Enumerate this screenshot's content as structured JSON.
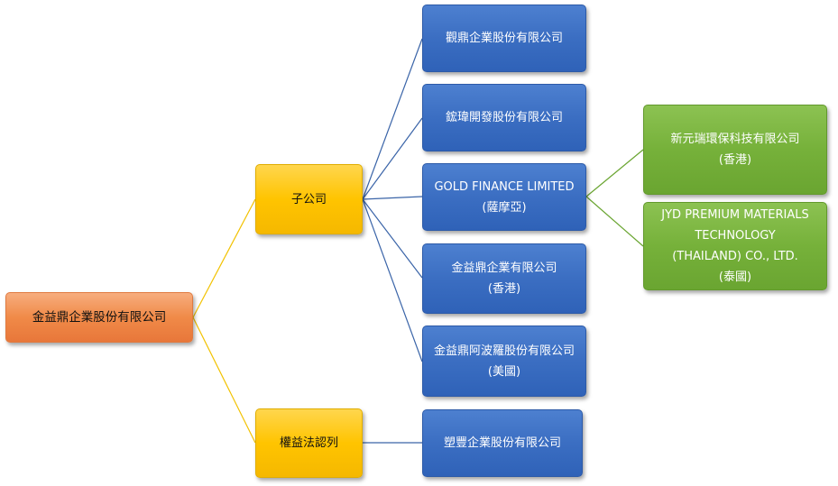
{
  "diagram": {
    "root": {
      "label": "金益鼎企業股份有限公司"
    },
    "groups": [
      {
        "label": "子公司"
      },
      {
        "label": "權益法認列"
      }
    ],
    "subsidiaries": [
      {
        "label": "觀鼎企業股份有限公司"
      },
      {
        "label": "鋐瑋開發股份有限公司"
      },
      {
        "label": "GOLD FINANCE LIMITED\n(薩摩亞)"
      },
      {
        "label": "金益鼎企業有限公司\n(香港)"
      },
      {
        "label": "金益鼎阿波羅股份有限公司\n(美國)"
      }
    ],
    "equity_method": [
      {
        "label": "塑豐企業股份有限公司"
      }
    ],
    "gold_finance_children": [
      {
        "label": "新元瑞環保科技有限公司\n(香港)"
      },
      {
        "label": "JYD PREMIUM MATERIALS\nTECHNOLOGY\n(THAILAND) CO., LTD.\n(泰國)"
      }
    ],
    "colors": {
      "root": "#f08a48",
      "group": "#ffc400",
      "subsidiary": "#3b6ec2",
      "grandchild": "#76b13a",
      "line_yellow": "#f2c200",
      "line_blue": "#3a64a8",
      "line_green": "#6aa531"
    }
  }
}
